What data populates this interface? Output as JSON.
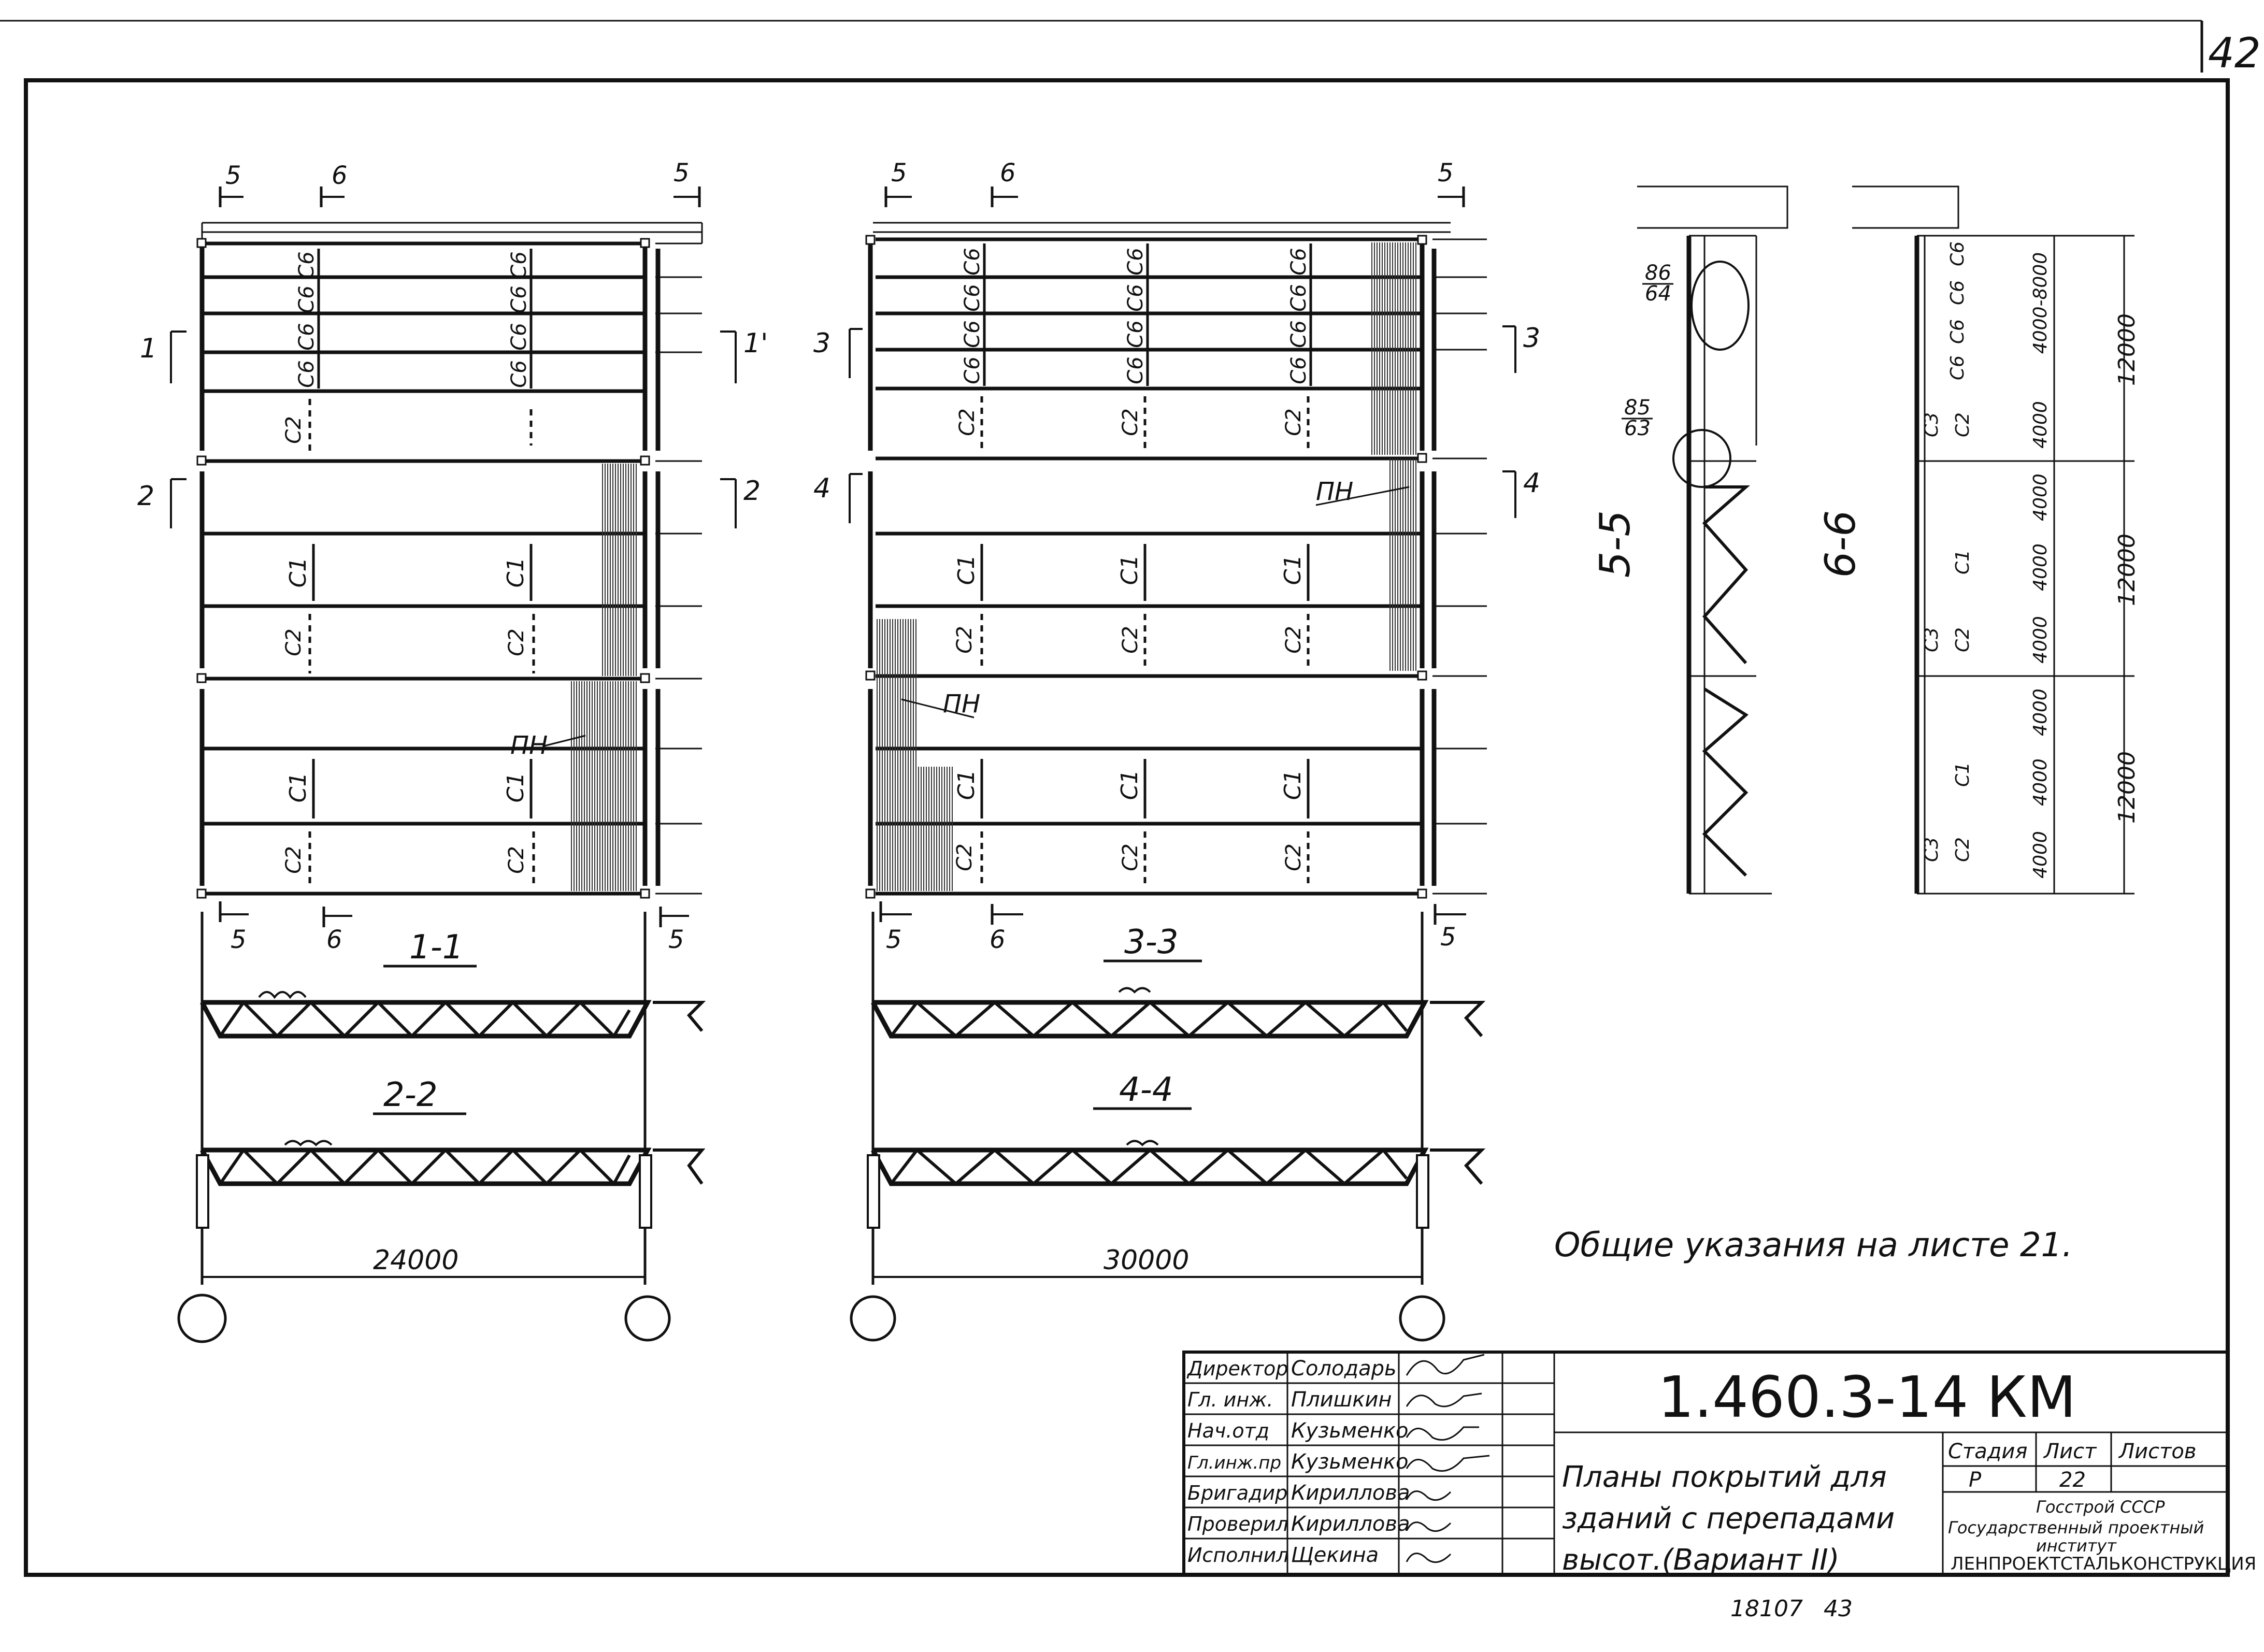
{
  "sheet": {
    "page_number": "42",
    "general_note": "Общие указания на листе 21.",
    "bottom_numbers": [
      "18107",
      "43"
    ]
  },
  "plan_left": {
    "cut_marks_top": [
      "5",
      "6",
      "5"
    ],
    "cut_marks_bottom": [
      "5",
      "6",
      "5"
    ],
    "side_marks_left": [
      "1",
      "2"
    ],
    "side_marks_right": [
      "1'",
      "2"
    ],
    "labels_col1": [
      "С6",
      "С6",
      "С6",
      "С6",
      "С2",
      "С1",
      "С2",
      "С1",
      "С2"
    ],
    "labels_col2": [
      "С6",
      "С6",
      "С6",
      "С6",
      "С1",
      "С2",
      "С1",
      "С2"
    ],
    "pn_label": "ПН",
    "section_a": "1-1",
    "section_b": "2-2",
    "span": "24000"
  },
  "plan_middle": {
    "cut_marks_top": [
      "5",
      "6",
      "5"
    ],
    "cut_marks_bottom": [
      "5",
      "6",
      "5"
    ],
    "side_marks_left": [
      "3",
      "4"
    ],
    "side_marks_right": [
      "3",
      "4"
    ],
    "labels_col1": [
      "С6",
      "С6",
      "С6",
      "С6",
      "С2",
      "С1",
      "С2",
      "С1",
      "С2"
    ],
    "labels_col2": [
      "С6",
      "С6",
      "С6",
      "С6",
      "С2",
      "С1",
      "С2",
      "С1",
      "С2"
    ],
    "labels_col3": [
      "С6",
      "С6",
      "С6",
      "С6",
      "С2",
      "С1",
      "С2",
      "С1",
      "С2"
    ],
    "pn_label_top": "ПН",
    "pn_label_bottom": "ПН",
    "section_a": "3-3",
    "section_b": "4-4",
    "span": "30000"
  },
  "sections": {
    "title_a": "5-5",
    "title_b": "6-6",
    "node_top": [
      "86",
      "64"
    ],
    "node_bottom": [
      "85",
      "63"
    ],
    "right_labels": [
      "С6",
      "С6",
      "С6",
      "С6",
      "С2",
      "С3",
      "С1",
      "С3",
      "С2",
      "С1",
      "С3",
      "С2"
    ],
    "spacing_labels": [
      "4000-8000",
      "4000",
      "4000",
      "4000",
      "4000",
      "4000",
      "4000",
      "4000"
    ],
    "dims": [
      "12000",
      "12000",
      "12000"
    ]
  },
  "title_block": {
    "roles": [
      "Директор",
      "Гл. инж.",
      "Нач.отд",
      "Гл.инж.пр",
      "Бригадир",
      "Проверил",
      "Исполнил"
    ],
    "names": [
      "Солодарь",
      "Плишкин",
      "Кузьменко",
      "Кузьменко",
      "Кириллова",
      "Кириллова",
      "Щекина"
    ],
    "code": "1.460.3-14 КМ",
    "title_lines": [
      "Планы покрытий для",
      "зданий с перепадами",
      "высот.(Вариант II)"
    ],
    "stage_header": "Стадия",
    "sheet_header": "Лист",
    "sheets_header": "Листов",
    "stage": "Р",
    "sheet": "22",
    "org_lines": [
      "Госстрой СССР",
      "Государственный проектный",
      "институт"
    ],
    "org_name": "ЛЕНПРОЕКТСТАЛЬКОНСТРУКЦИЯ"
  }
}
